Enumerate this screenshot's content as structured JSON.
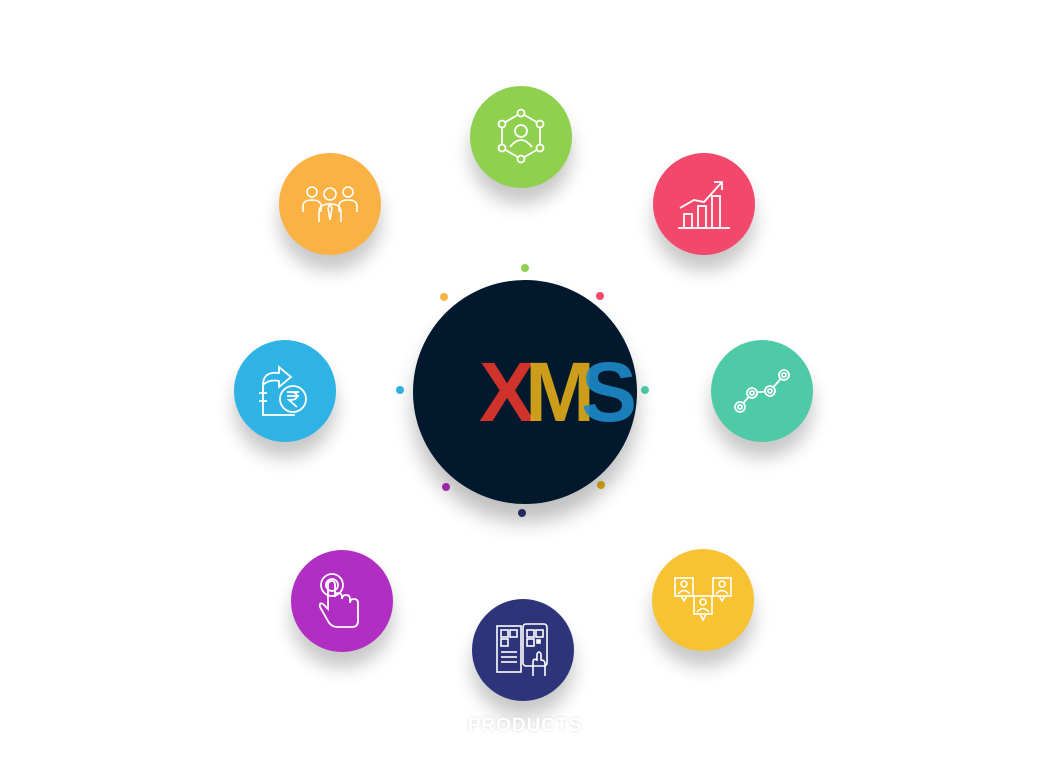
{
  "hub": {
    "logo_letters": [
      "X",
      "M",
      "S"
    ],
    "background": "#02192d",
    "letter_colors": [
      "#e2352c",
      "#e7b018",
      "#1d8ac9"
    ]
  },
  "nodes": [
    {
      "id": "network",
      "icon": "user-network-icon",
      "color": "#8fd14f"
    },
    {
      "id": "growth",
      "icon": "growth-bar-chart-icon",
      "color": "#f2486c"
    },
    {
      "id": "route",
      "icon": "connected-nodes-line-icon",
      "color": "#4ecba6"
    },
    {
      "id": "feedback",
      "icon": "people-feedback-icon",
      "color": "#f7c332"
    },
    {
      "id": "qr",
      "icon": "qr-code-scan-icon",
      "color": "#2d3479"
    },
    {
      "id": "touch",
      "icon": "hand-tap-icon",
      "color": "#b02ec2"
    },
    {
      "id": "payment",
      "icon": "rupee-transfer-icon",
      "color": "#2fb3e4"
    },
    {
      "id": "team",
      "icon": "team-group-icon",
      "color": "#fbb244"
    }
  ],
  "orbit_dot_colors": [
    "#8fd14f",
    "#f2486c",
    "#4ecba6",
    "#e7b018",
    "#2d3479",
    "#b02ec2",
    "#2fb3e4",
    "#fbb244"
  ],
  "caption": "PRODUCTS"
}
